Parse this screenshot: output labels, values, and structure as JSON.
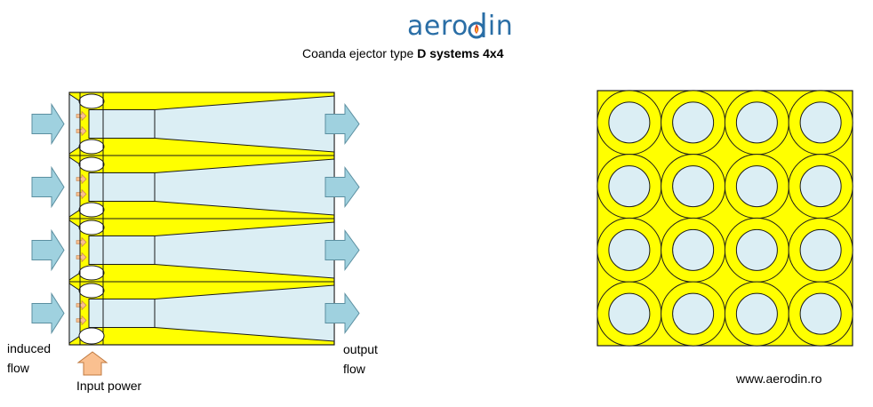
{
  "header": {
    "logo_text_a": "aero",
    "logo_text_b": "in",
    "subtitle_prefix": "Coanda ejector type ",
    "subtitle_bold": "D systems 4x4"
  },
  "labels": {
    "induced": "induced",
    "induced_2": "flow",
    "output": "output",
    "output_2": "flow",
    "input_power": "Input power",
    "website": "www.aerodin.ro"
  },
  "grid": {
    "rows": 4,
    "cols": 4
  },
  "colors": {
    "yellow": "#ffff00",
    "light_blue": "#dbeef4",
    "arrow_blue": "#9fd1df",
    "orange": "#fac090",
    "logo_blue": "#2a6ea6",
    "outline": "#1a1a1a"
  }
}
